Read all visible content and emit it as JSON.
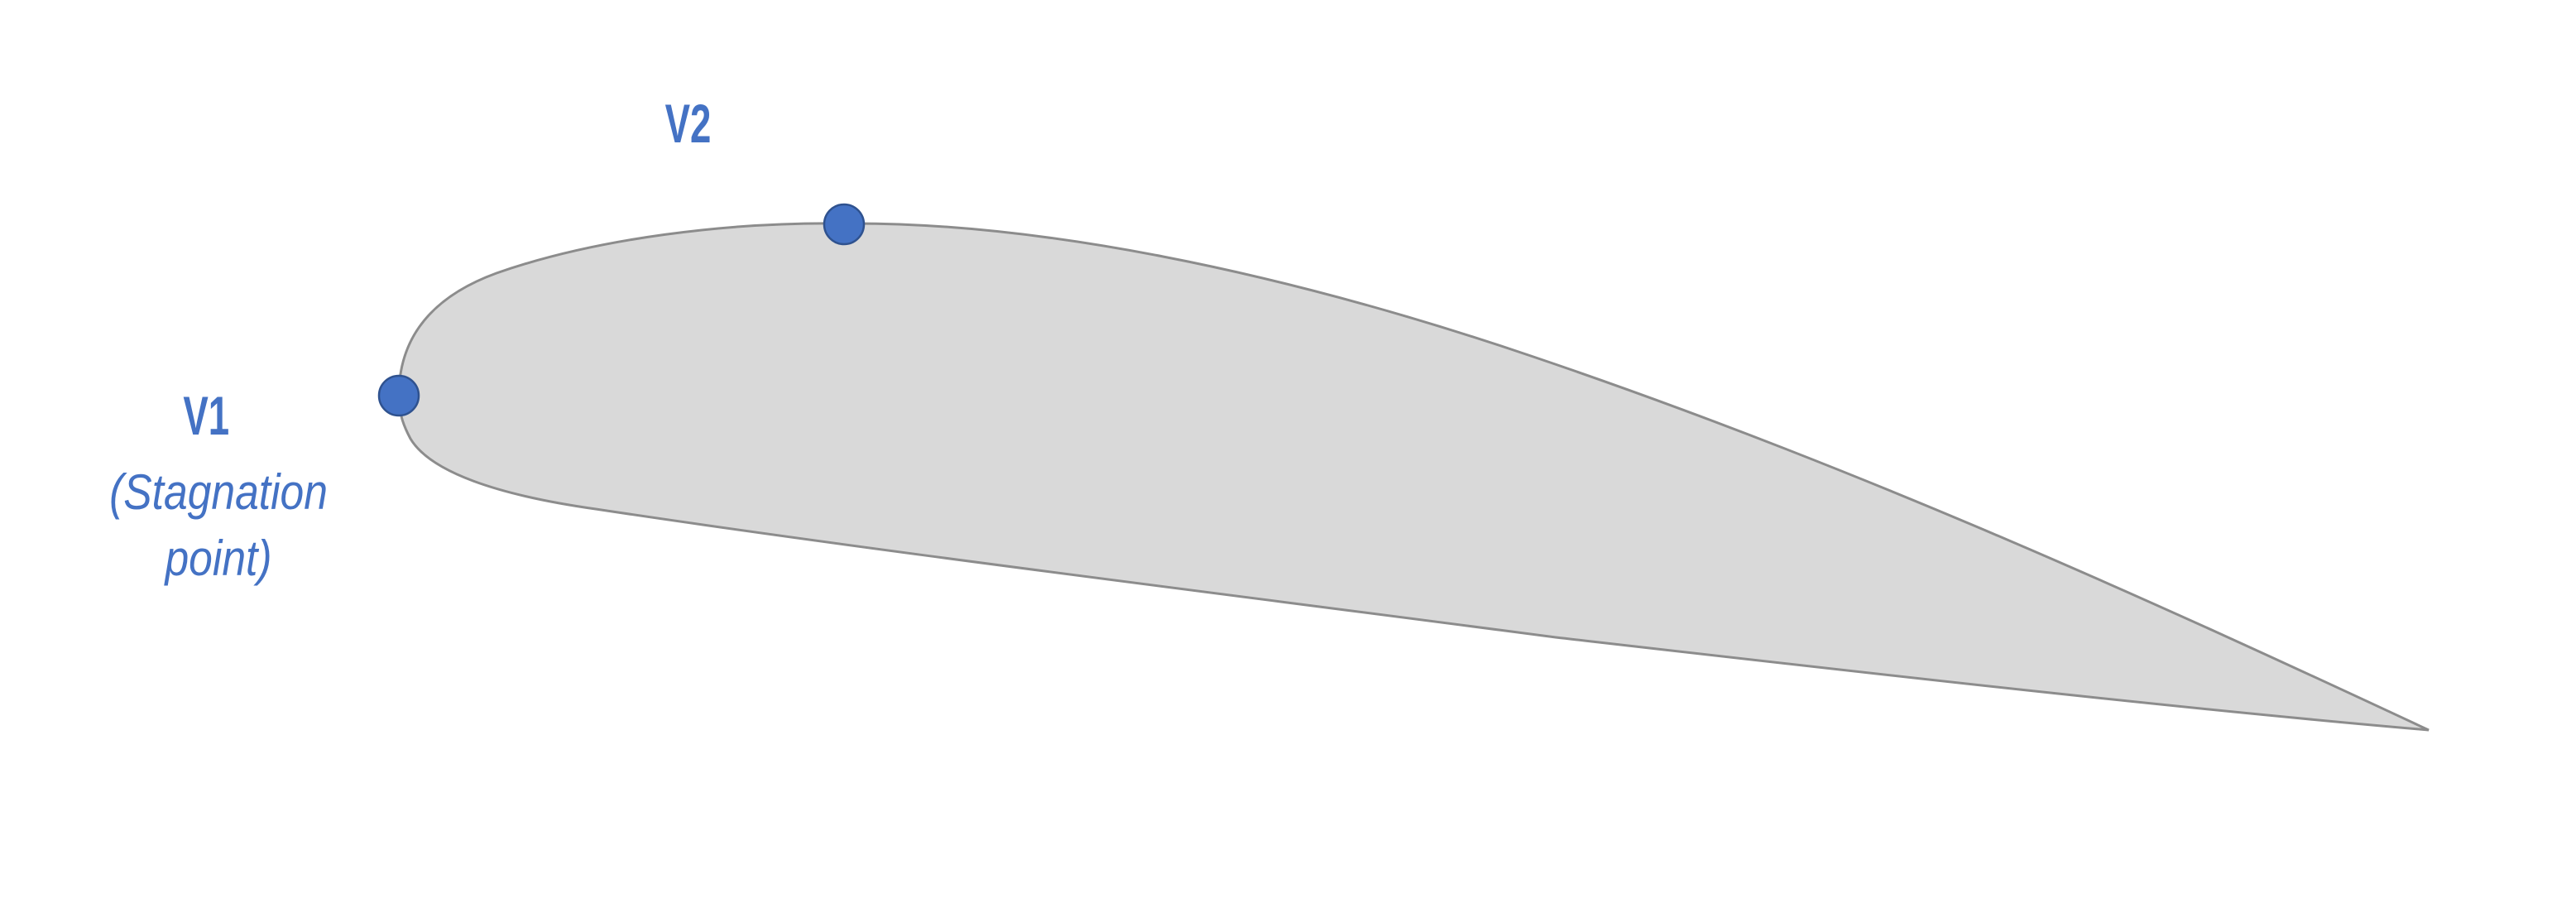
{
  "colors": {
    "airfoil_fill": "#d9d9d9",
    "airfoil_outline": "#8c8c8c",
    "point_fill": "#4472c4",
    "point_outline": "#2f528f",
    "label_text": "#4472c4"
  },
  "points": {
    "v1": {
      "label": "V1",
      "note_line1": "(Stagnation",
      "note_line2": "point)"
    },
    "v2": {
      "label": "V2"
    }
  }
}
